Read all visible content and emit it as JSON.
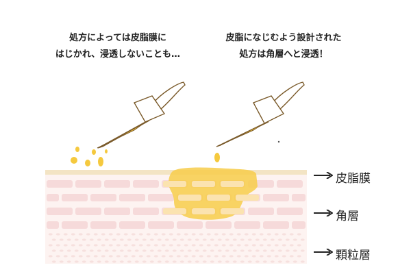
{
  "captions": {
    "left": [
      "処方によっては皮脂膜に",
      "はじかれ、浸透しないことも…"
    ],
    "right": [
      "皮脂になじむよう設計された",
      "処方は角層へと浸透！"
    ]
  },
  "layers": {
    "sebum": "皮脂膜",
    "stratum_corneum": "角層",
    "granular": "顆粒層"
  },
  "colors": {
    "skin_brick": "#f6dada",
    "skin_base": "#fdf1ef",
    "sebum_line": "#f3e4c4",
    "oil": "#f7cd4a",
    "dropper_outline": "#7a5a2a"
  }
}
